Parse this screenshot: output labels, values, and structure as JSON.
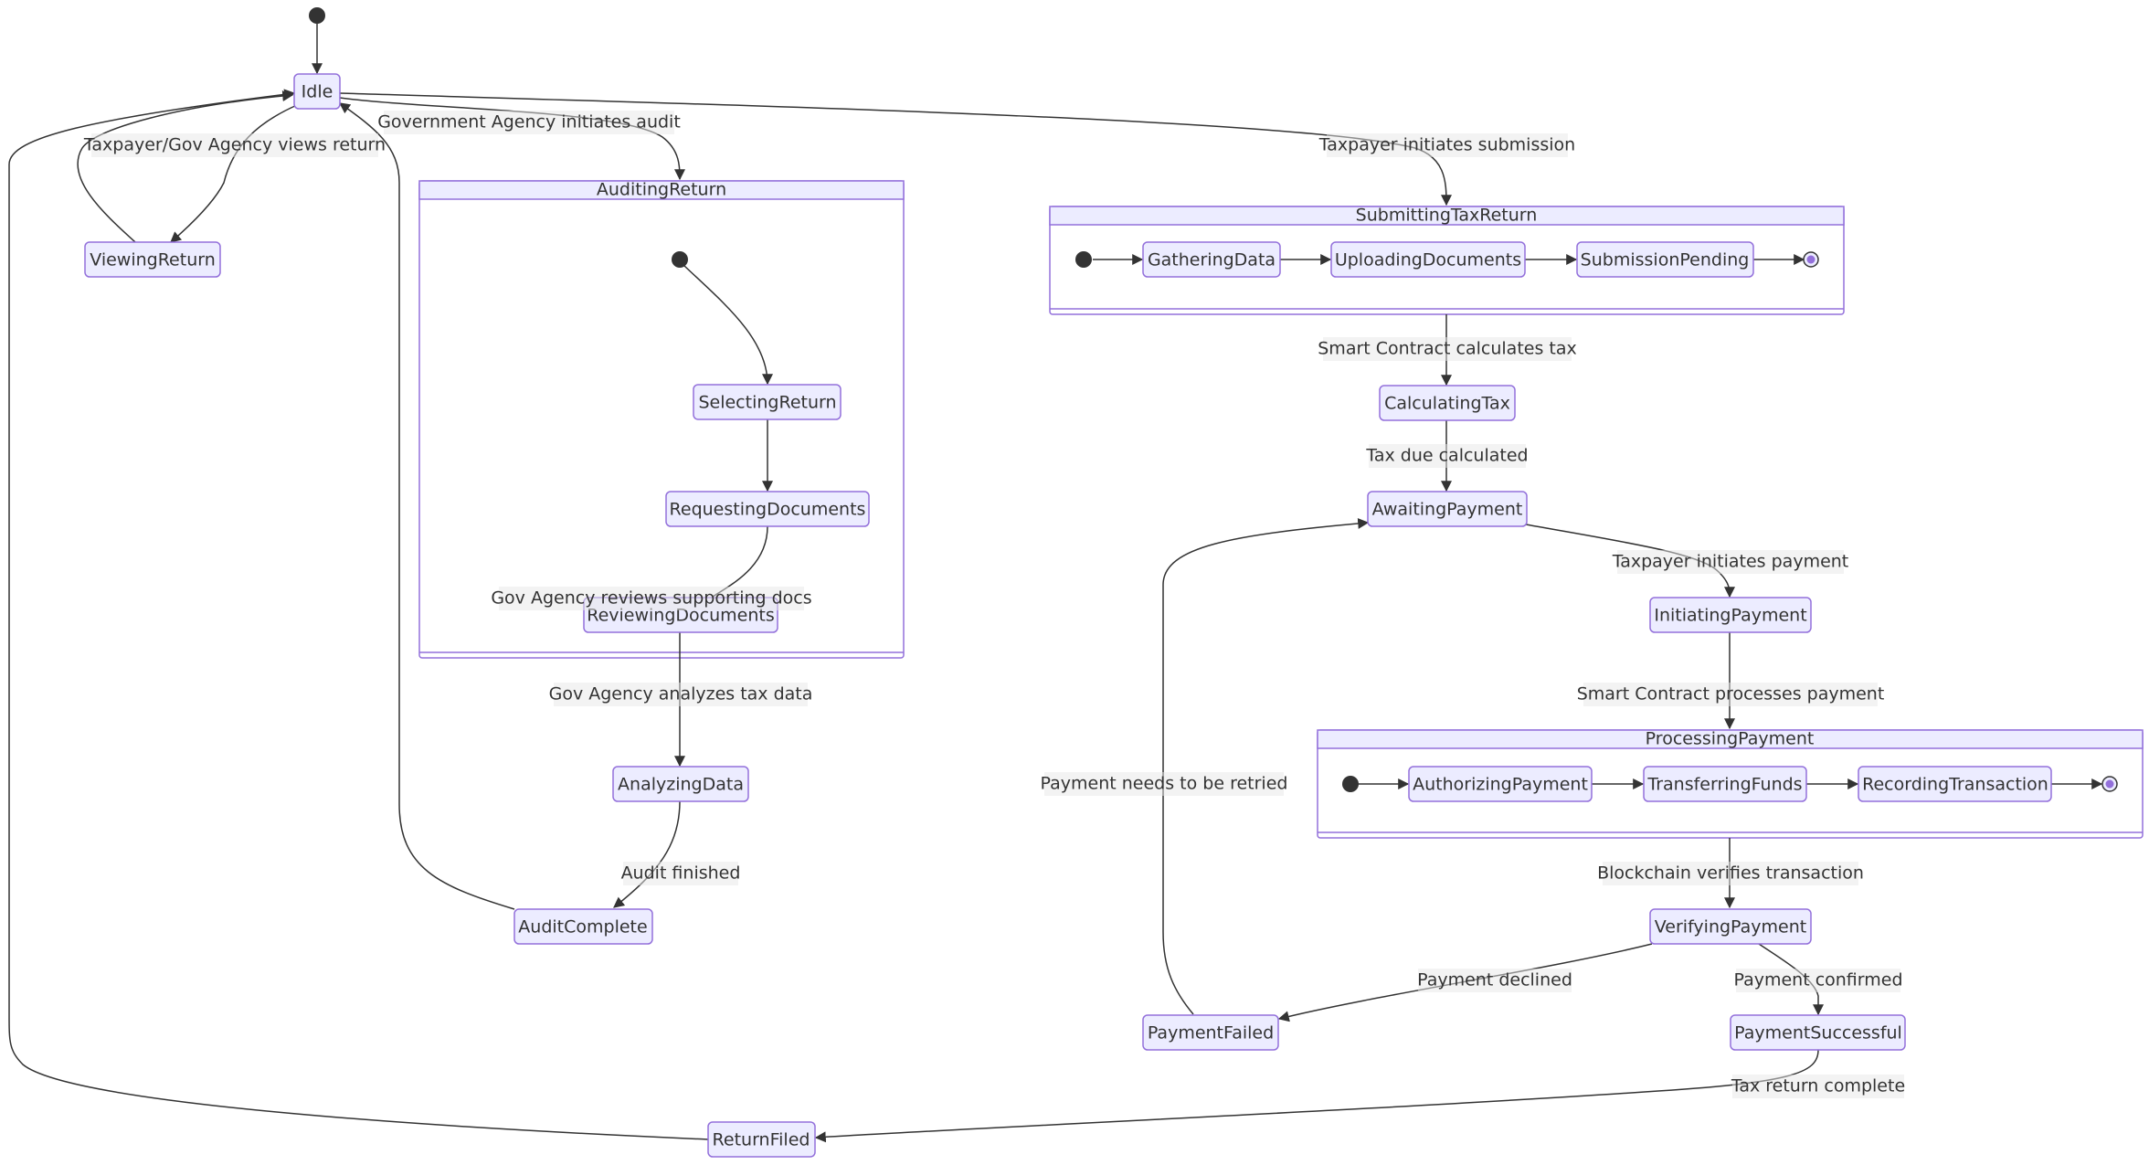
{
  "diagram": {
    "type": "state",
    "colors": {
      "node_fill": "#ECECFF",
      "node_stroke": "#9370DB",
      "edge": "#333333",
      "text": "#333333",
      "label_bg": "#E8E8E8"
    },
    "states": {
      "idle": "Idle",
      "viewing_return": "ViewingReturn",
      "selecting_return": "SelectingReturn",
      "requesting_documents": "RequestingDocuments",
      "reviewing_documents": "ReviewingDocuments",
      "analyzing_data": "AnalyzingData",
      "audit_complete": "AuditComplete",
      "gathering_data": "GatheringData",
      "uploading_documents": "UploadingDocuments",
      "submission_pending": "SubmissionPending",
      "calculating_tax": "CalculatingTax",
      "awaiting_payment": "AwaitingPayment",
      "initiating_payment": "InitiatingPayment",
      "authorizing_payment": "AuthorizingPayment",
      "transferring_funds": "TransferringFunds",
      "recording_transaction": "RecordingTransaction",
      "verifying_payment": "VerifyingPayment",
      "payment_failed": "PaymentFailed",
      "payment_successful": "PaymentSuccessful",
      "return_filed": "ReturnFiled"
    },
    "composites": {
      "auditing_return": "AuditingReturn",
      "submitting_tax_return": "SubmittingTaxReturn",
      "processing_payment": "ProcessingPayment"
    },
    "transitions": {
      "gov_initiates_audit": "Government Agency initiates audit",
      "views_return": "Taxpayer/Gov Agency views return",
      "taxpayer_initiates_submission": "Taxpayer initiates submission",
      "reviews_supporting_docs": "Gov Agency reviews supporting docs",
      "analyzes_tax_data": "Gov Agency analyzes tax data",
      "audit_finished": "Audit finished",
      "smart_contract_calculates": "Smart Contract calculates tax",
      "tax_due_calculated": "Tax due calculated",
      "taxpayer_initiates_payment": "Taxpayer initiates payment",
      "smart_contract_processes": "Smart Contract processes payment",
      "payment_retry": "Payment needs to be retried",
      "blockchain_verifies": "Blockchain verifies transaction",
      "payment_declined": "Payment declined",
      "payment_confirmed": "Payment confirmed",
      "tax_return_complete": "Tax return complete"
    }
  }
}
